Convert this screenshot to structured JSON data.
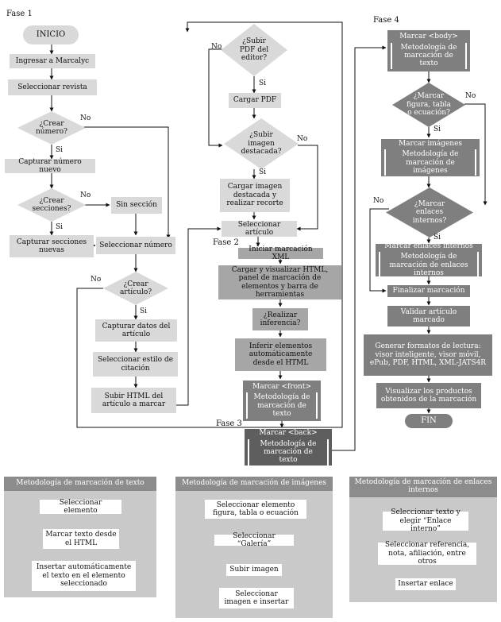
{
  "phases": {
    "p1": "Fase 1",
    "p2": "Fase 2",
    "p3": "Fase 3",
    "p4": "Fase 4"
  },
  "yes": "Si",
  "no": "No",
  "phase1": {
    "start": "INICIO",
    "login": "Ingresar a Marcalyc",
    "select_journal": "Seleccionar revista",
    "q_create_number": "¿Crear número?",
    "capture_number": "Capturar número nuevo",
    "q_create_sections": "¿Crear secciones?",
    "no_section": "Sin sección",
    "capture_sections": "Capturar secciones nuevas",
    "select_number": "Seleccionar número",
    "q_create_article": "¿Crear artículo?",
    "capture_article": "Capturar datos del artículo",
    "citation_style": "Seleccionar estilo de citación",
    "upload_html": "Subir HTML del artículo a marcar"
  },
  "phase2": {
    "q_upload_pdf": "¿Subir PDF del editor?",
    "load_pdf": "Cargar PDF",
    "q_upload_image": "¿Subir imagen destacada?",
    "load_image": "Cargar imagen destacada y realizar recorte",
    "select_article": "Seleccionar artículo",
    "start_markup": "Iniciar marcación XML",
    "load_html": "Cargar y visualizar HTML, panel de marcación de elementos y barra de herramientas",
    "q_inference": "¿Realizar inferencia?",
    "infer": "Inferir elementos automáticamente desde el HTML",
    "mark_front": "Marcar <front>",
    "text_method": "Metodología de marcación de texto"
  },
  "phase3": {
    "mark_back": "Marcar <back>",
    "text_method": "Metodología de marcación de texto"
  },
  "phase4": {
    "mark_body": "Marcar <body>",
    "text_method": "Metodología de marcación de texto",
    "q_mark_figure": "¿Marcar figura, tabla o ecuación?",
    "mark_images": "Marcar imágenes",
    "image_method": "Metodología de marcación de imágenes",
    "q_mark_links": "¿Marcar enlaces internos?",
    "mark_links": "Marcar enlaces internos",
    "link_method": "Metodología de marcación de enlaces internos",
    "finish": "Finalizar marcación",
    "validate": "Validar artículo marcado",
    "generate": "Generar formatos de lectura: visor inteligente, visor móvil, ePub, PDF, HTML, XML-JATS4R",
    "view": "Visualizar los productos obtenidos de la marcación",
    "end": "FIN"
  },
  "legend_text": {
    "title": "Metodología de marcación de texto",
    "s1": "Seleccionar elemento",
    "s2": "Marcar texto desde el HTML",
    "s3": "Insertar automáticamente el texto en el elemento seleccionado"
  },
  "legend_images": {
    "title": "Metodología de marcación de imágenes",
    "s1": "Seleccionar elemento figura, tabla o ecuación",
    "s2": "Seleccionar “Galería”",
    "s3": "Subir imagen",
    "s4": "Seleccionar imagen e insertar"
  },
  "legend_links": {
    "title": "Metodología de marcación de enlaces internos",
    "s1": "Seleccionar texto y elegir “Enlace interno”",
    "s2": "Seleccionar referencia, nota, afiliación, entre otros",
    "s3": "Insertar enlace"
  }
}
